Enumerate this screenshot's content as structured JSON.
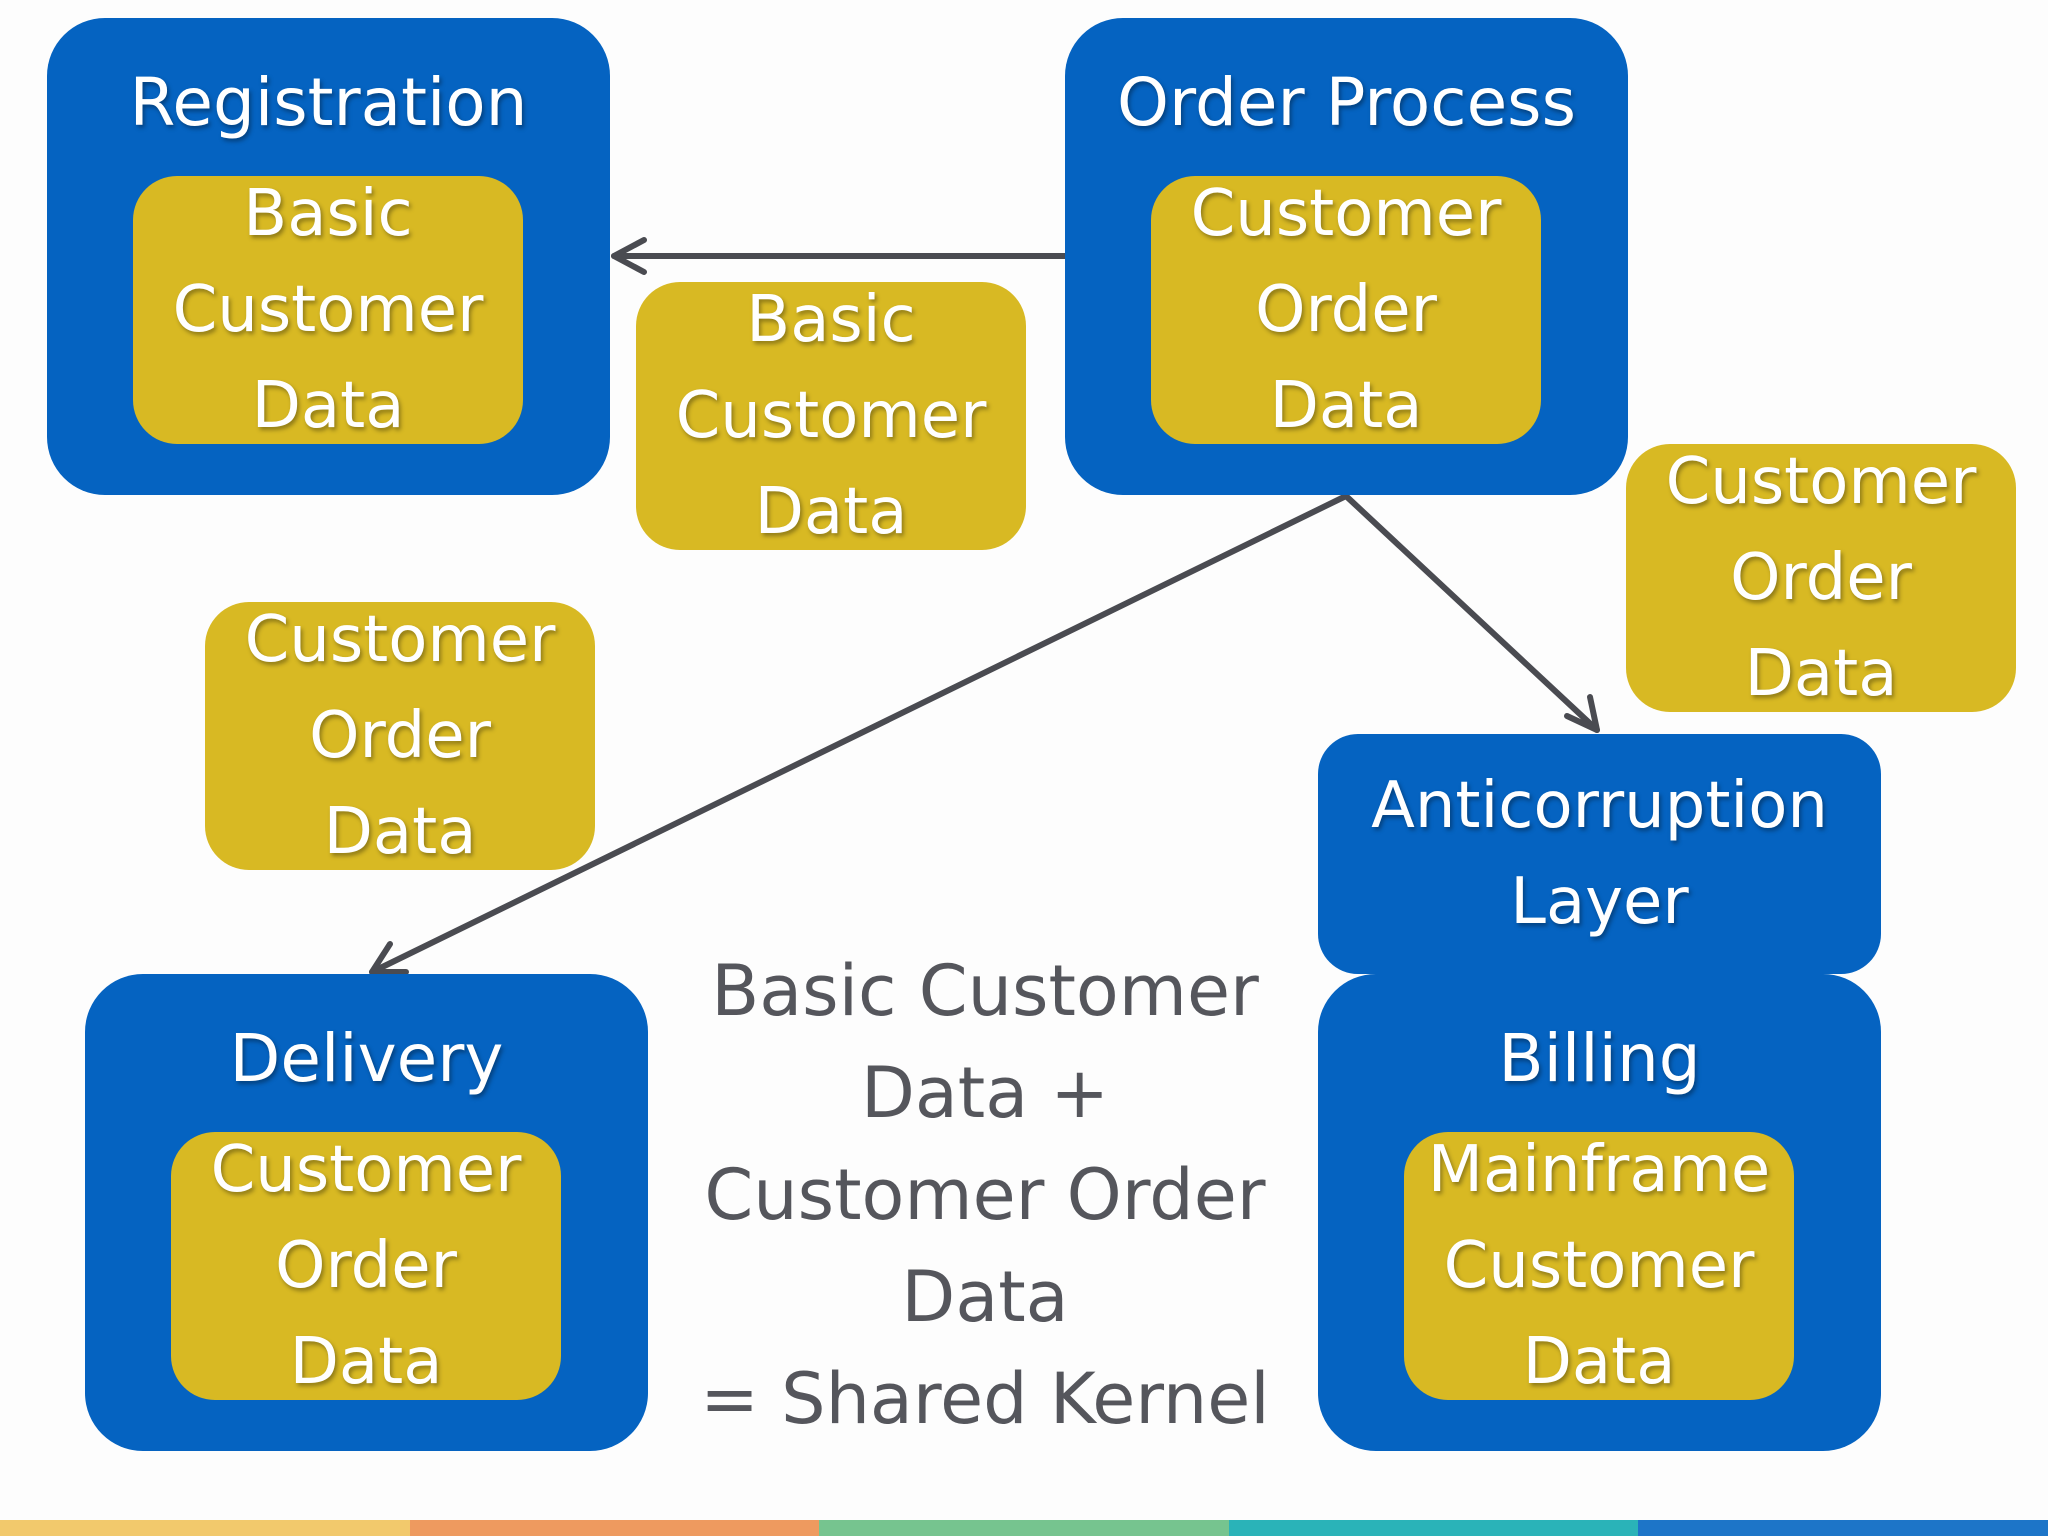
{
  "boxes": {
    "registration": {
      "title": "Registration",
      "chip_lines": [
        "Basic",
        "Customer",
        "Data"
      ]
    },
    "order_process": {
      "title": "Order Process",
      "chip_lines": [
        "Customer",
        "Order",
        "Data"
      ]
    },
    "delivery": {
      "title": "Delivery",
      "chip_lines": [
        "Customer",
        "Order",
        "Data"
      ]
    },
    "anticorruption": {
      "title_lines": [
        "Anticorruption",
        "Layer"
      ]
    },
    "billing": {
      "title": "Billing",
      "chip_lines": [
        "Mainframe",
        "Customer",
        "Data"
      ]
    }
  },
  "floating_chips": {
    "basic_customer_data": [
      "Basic",
      "Customer",
      "Data"
    ],
    "customer_order_data_right": [
      "Customer",
      "Order",
      "Data"
    ],
    "customer_order_data_left": [
      "Customer",
      "Order",
      "Data"
    ]
  },
  "kernel_text": [
    "Basic Customer",
    "Data +",
    "Customer Order",
    "Data",
    "= Shared Kernel"
  ],
  "colors": {
    "box_blue": "#0563c1",
    "chip_gold": "#d8b923",
    "arrow_gray": "#4a4b51",
    "footer": [
      "#f2c96c",
      "#ee9a5f",
      "#76c48f",
      "#2ab3b8",
      "#1d75c8"
    ]
  }
}
